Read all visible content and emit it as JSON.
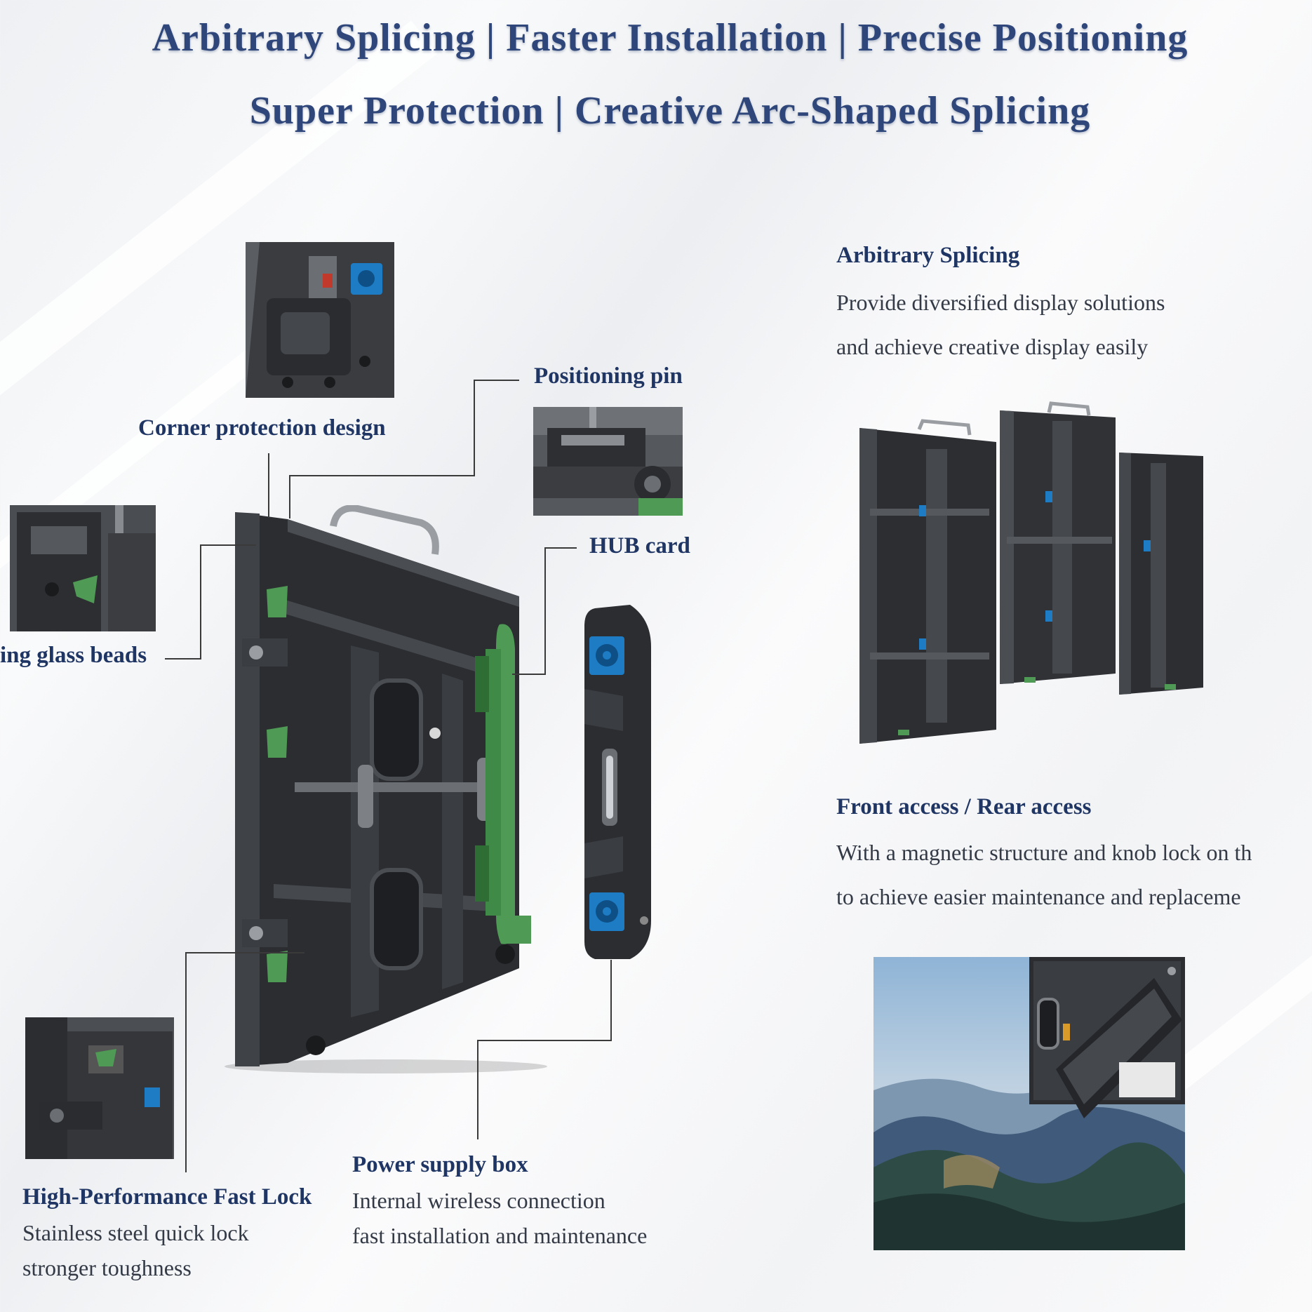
{
  "headline": {
    "line1": "Arbitrary Splicing | Faster Installation | Precise Positioning",
    "line2": "Super Protection | Creative Arc-Shaped Splicing"
  },
  "callouts": {
    "corner_protection": "Corner protection design",
    "positioning_pin": "Positioning pin",
    "hub_card": "HUB card",
    "glass_beads": "ing glass beads",
    "fast_lock": {
      "title": "High-Performance Fast Lock",
      "line1": "Stainless steel quick lock",
      "line2": "stronger toughness"
    },
    "power_box": {
      "title": "Power supply box",
      "line1": "Internal wireless connection",
      "line2": "fast installation and maintenance"
    }
  },
  "features": {
    "splicing": {
      "title": "Arbitrary Splicing",
      "line1": "Provide diversified display solutions",
      "line2": "and achieve creative display easily"
    },
    "access": {
      "title": "Front access / Rear access",
      "line1": "With a magnetic structure and knob lock on th",
      "line2": "to achieve easier maintenance and replaceme"
    }
  },
  "colors": {
    "headline": "#2e4679",
    "label": "#1f3563",
    "accent_green": "#4f9a55",
    "accent_blue": "#1d7cc4",
    "panel_dark": "#2b2d31"
  }
}
